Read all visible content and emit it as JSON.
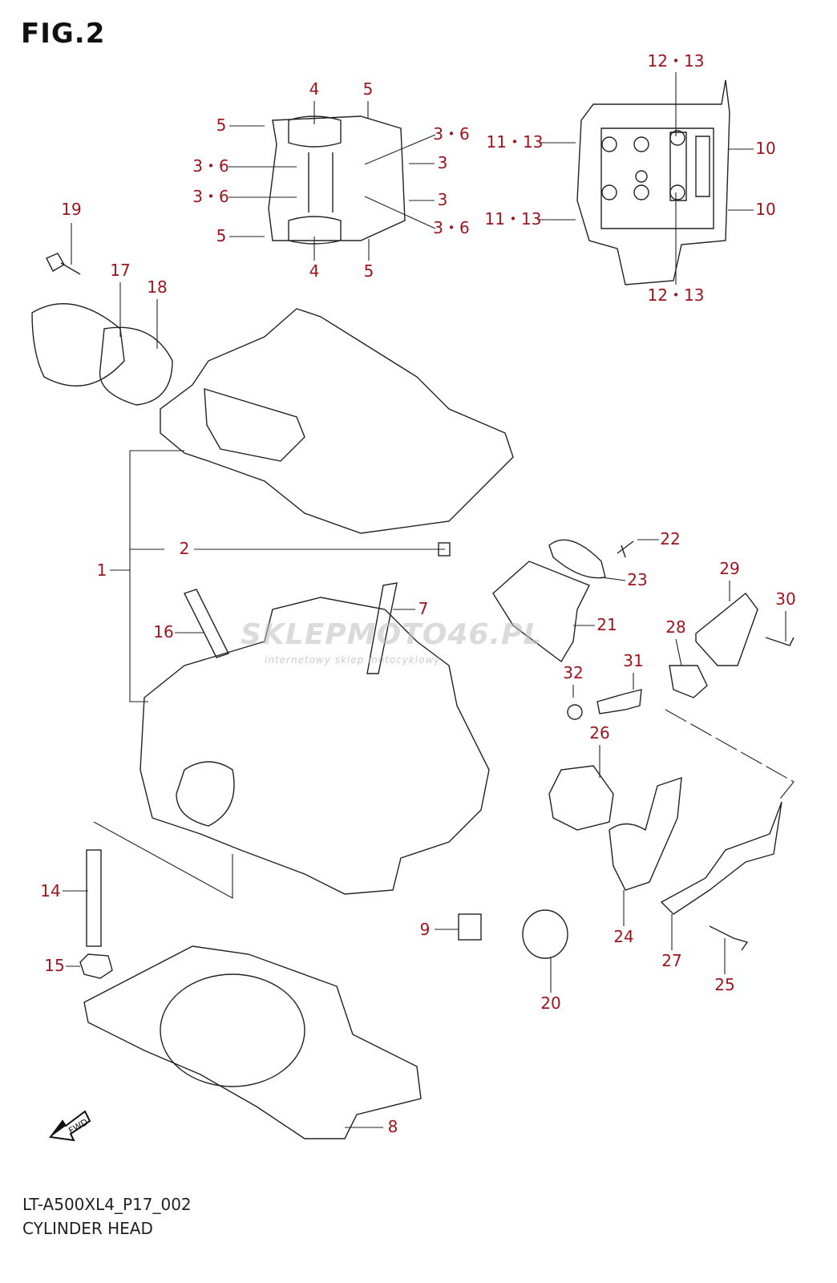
{
  "figure": {
    "title": "FIG.2"
  },
  "footer": {
    "code": "LT-A500XL4_P17_002",
    "name": "CYLINDER HEAD"
  },
  "watermark": {
    "main": "SKLEPMOTO46.PL",
    "sub": "internetowy sklep motocyklowy"
  },
  "fwd_label": "FWD",
  "colors": {
    "callout": "#a0141e",
    "line": "#222222"
  },
  "callouts": [
    "4",
    "5",
    "5",
    "3・6",
    "3・6",
    "3",
    "3・6",
    "3",
    "5",
    "3・6",
    "4",
    "5",
    "12・13",
    "11・13",
    "10",
    "11・13",
    "10",
    "12・13",
    "19",
    "17",
    "18",
    "1",
    "2",
    "22",
    "23",
    "29",
    "30",
    "7",
    "16",
    "21",
    "28",
    "32",
    "31",
    "26",
    "14",
    "9",
    "24",
    "27",
    "25",
    "15",
    "20",
    "8"
  ]
}
